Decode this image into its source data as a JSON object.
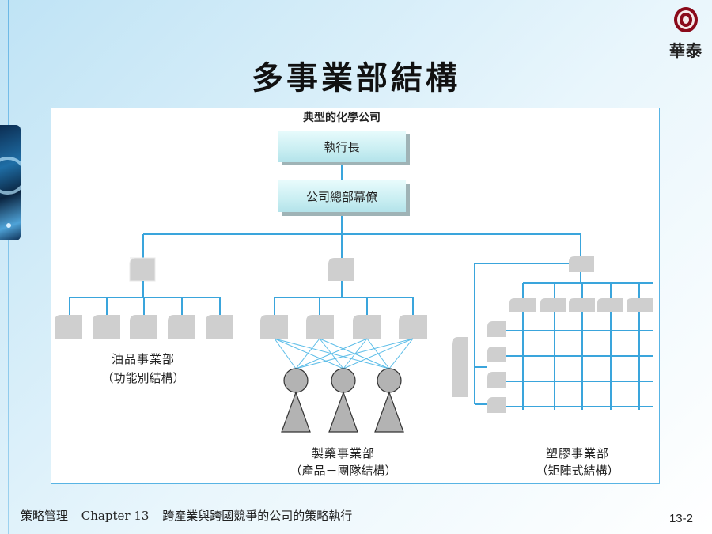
{
  "slide": {
    "title": "多事業部結構",
    "logo_text": "華泰",
    "footer": {
      "course": "策略管理",
      "chapter": "Chapter 13",
      "topic": "跨產業與跨國競爭的公司的策略執行"
    },
    "page_number": "13-2"
  },
  "diagram": {
    "header": "典型的化學公司",
    "ceo_label": "執行長",
    "hq_label": "公司總部幕僚",
    "divisions": [
      {
        "name": "油品事業部",
        "structure": "（功能別結構）"
      },
      {
        "name": "製藥事業部",
        "structure": "（產品－團隊結構）"
      },
      {
        "name": "塑膠事業部",
        "structure": "（矩陣式結構）"
      }
    ]
  },
  "colors": {
    "line": "#3aa5dc",
    "node": "#cfcfcf",
    "box_fill": "#d7f3f6",
    "accent": "#8a0a1a"
  }
}
